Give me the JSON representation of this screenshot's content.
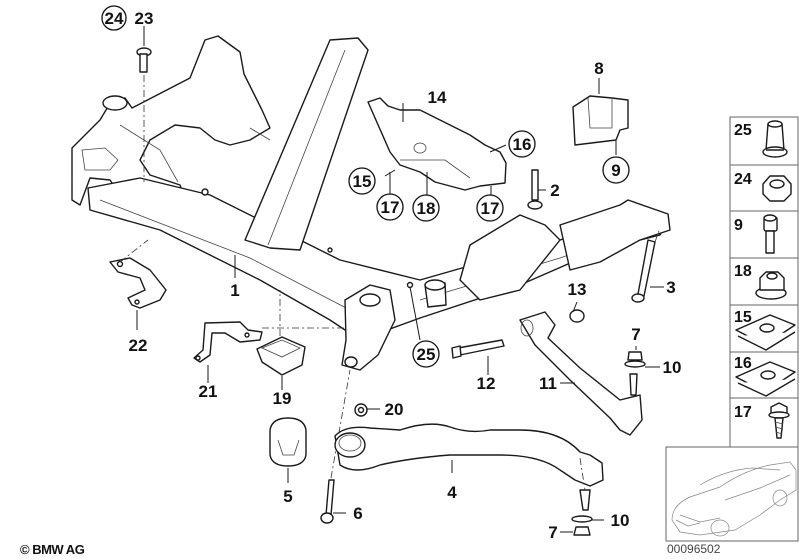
{
  "diagram": {
    "title": "Front axle support / subframe with control arms (exploded parts diagram)",
    "copyright": "© BMW AG",
    "document_number": "00096502",
    "callouts": [
      {
        "id": "1",
        "circled": false
      },
      {
        "id": "2",
        "circled": false
      },
      {
        "id": "3",
        "circled": false
      },
      {
        "id": "4",
        "circled": false
      },
      {
        "id": "5",
        "circled": false
      },
      {
        "id": "6",
        "circled": false
      },
      {
        "id": "7",
        "circled": false
      },
      {
        "id": "7",
        "circled": false
      },
      {
        "id": "8",
        "circled": false
      },
      {
        "id": "9",
        "circled": true
      },
      {
        "id": "10",
        "circled": false
      },
      {
        "id": "10",
        "circled": false
      },
      {
        "id": "11",
        "circled": false
      },
      {
        "id": "12",
        "circled": false
      },
      {
        "id": "13",
        "circled": false
      },
      {
        "id": "14",
        "circled": false
      },
      {
        "id": "15",
        "circled": true
      },
      {
        "id": "16",
        "circled": true
      },
      {
        "id": "17",
        "circled": true
      },
      {
        "id": "17",
        "circled": true
      },
      {
        "id": "18",
        "circled": true
      },
      {
        "id": "19",
        "circled": false
      },
      {
        "id": "20",
        "circled": false
      },
      {
        "id": "21",
        "circled": false
      },
      {
        "id": "22",
        "circled": false
      },
      {
        "id": "23",
        "circled": false
      },
      {
        "id": "24",
        "circled": true
      },
      {
        "id": "25",
        "circled": true
      }
    ],
    "legend": [
      {
        "id": "25",
        "part": "collar-nut"
      },
      {
        "id": "24",
        "part": "hex-nut"
      },
      {
        "id": "9",
        "part": "socket-head-screw"
      },
      {
        "id": "18",
        "part": "flange-nut"
      },
      {
        "id": "15",
        "part": "spring-nut-clip"
      },
      {
        "id": "16",
        "part": "spring-nut-clip"
      },
      {
        "id": "17",
        "part": "self-tapping-screw"
      }
    ],
    "thumbnail": "vehicle-outline-sedan"
  }
}
